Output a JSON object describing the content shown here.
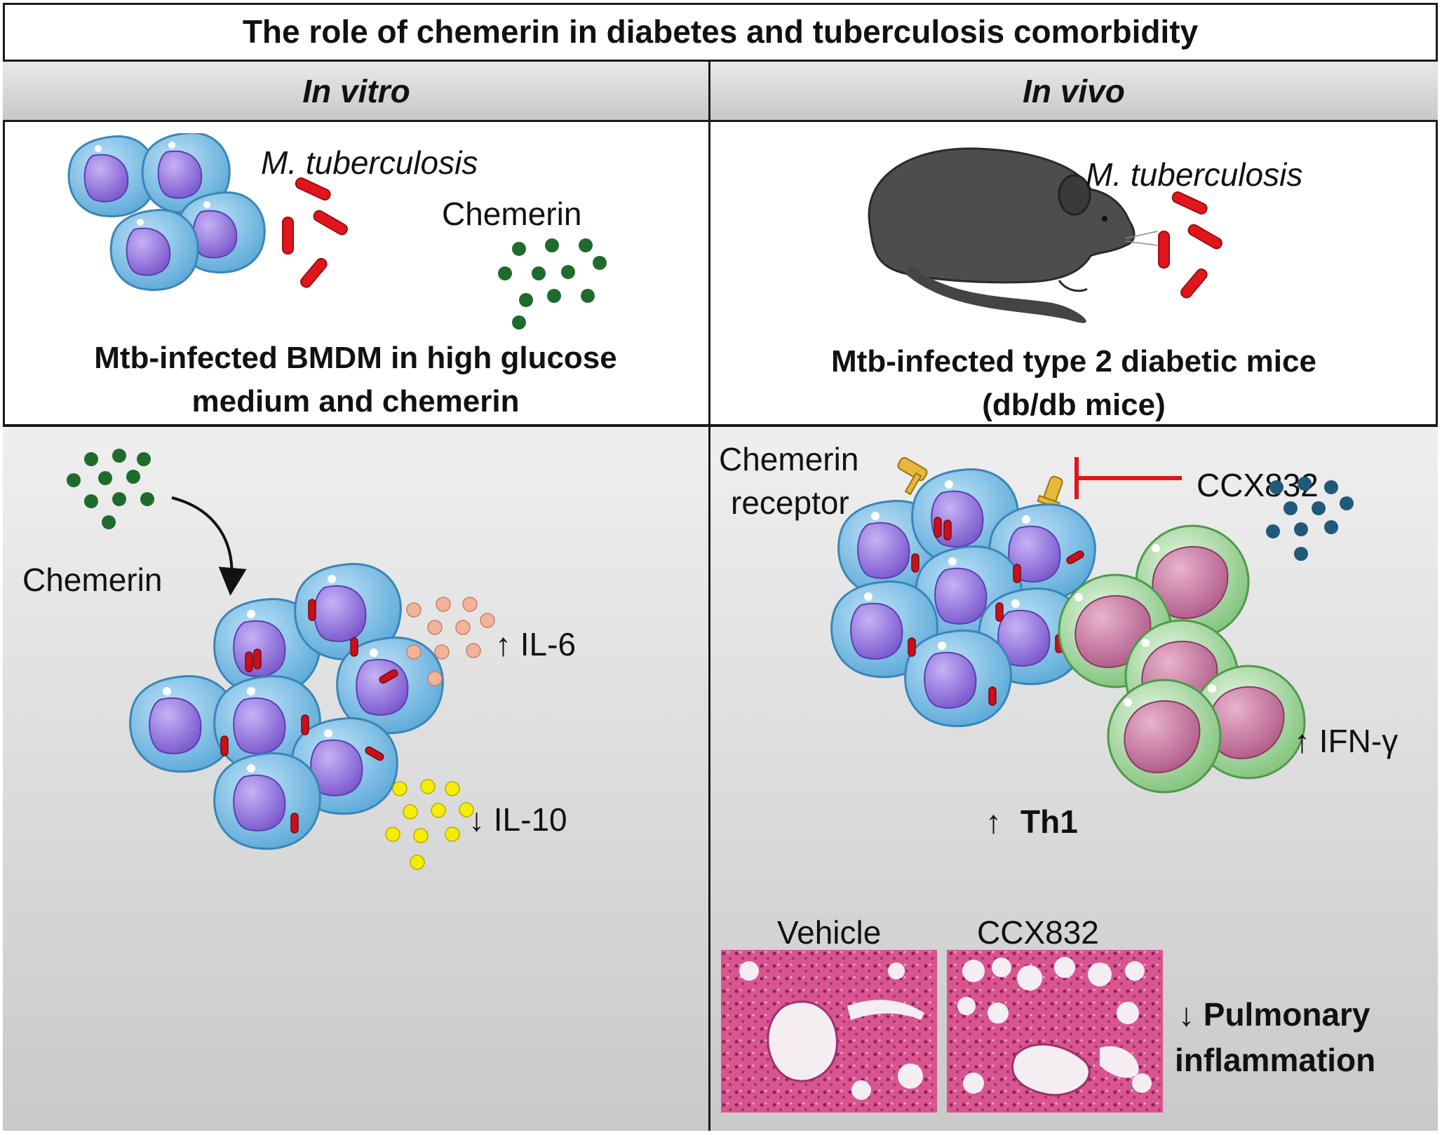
{
  "title": "The role of chemerin in diabetes and tuberculosis comorbidity",
  "columns": {
    "left": {
      "header": "In vitro"
    },
    "right": {
      "header": "In vivo"
    }
  },
  "top_left": {
    "bacteria_label": "M. tuberculosis",
    "chemerin_label": "Chemerin",
    "caption_line1": "Mtb-infected BMDM in high glucose",
    "caption_line2": "medium and chemerin"
  },
  "top_right": {
    "bacteria_label": "M. tuberculosis",
    "caption_line1": "Mtb-infected type 2 diabetic mice",
    "caption_line2": "(db/db mice)"
  },
  "bottom_left": {
    "chemerin_label": "Chemerin",
    "il6_label": "↑ IL-6",
    "il10_label": "↓ IL-10"
  },
  "bottom_right": {
    "receptor_line1": "Chemerin",
    "receptor_line2": "receptor",
    "inhibitor_label": "CCX832",
    "ifn_label": "↑ IFN-γ",
    "th1_arrow": "↑",
    "th1_label": "Th1",
    "histo_vehicle": "Vehicle",
    "histo_ccx": "CCX832",
    "outcome_line1": "↓ Pulmonary",
    "outcome_line2": "inflammation"
  },
  "colors": {
    "border": "#1a1a1a",
    "header_bg": "#d4d4d4",
    "bottom_bg": "#d6d6d6",
    "macrophage": "#7fc3e8",
    "nucleus": "#9b7fe0",
    "bacteria": "#e0161c",
    "chemerin_dot": "#1f6b2c",
    "il6_dot": "#f3b29a",
    "il10_dot": "#f5ee00",
    "ifn_dot": "#1f5a78",
    "tcell": "#a7d8a2",
    "tcell_nucleus": "#c77aa0",
    "inhibitor": "#e0161c",
    "mouse": "#4a4a4a",
    "histology": "#c8347a"
  }
}
